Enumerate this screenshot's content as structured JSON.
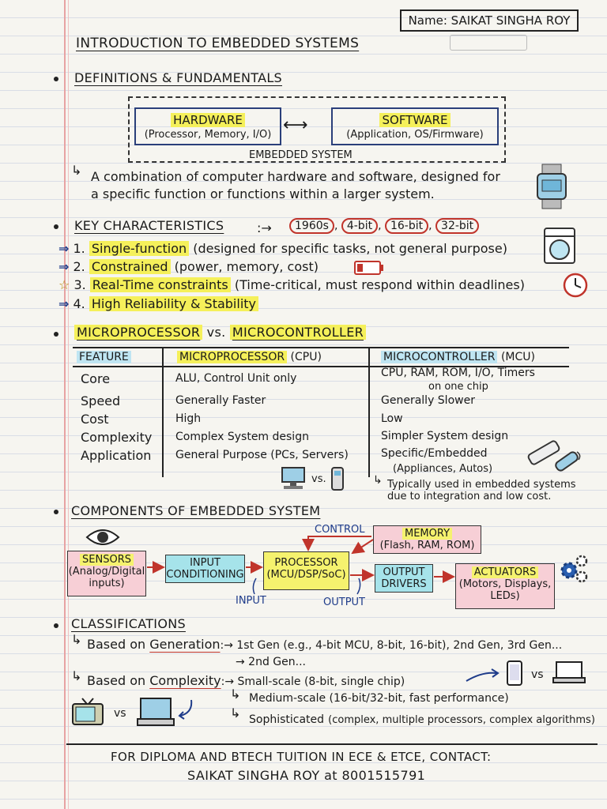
{
  "name_box": "Name: SAIKAT SINGHA ROY",
  "title": "INTRODUCTION TO EMBEDDED SYSTEMS",
  "s1": {
    "heading": "DEFINITIONS & FUNDAMENTALS",
    "hardware_title": "HARDWARE",
    "hardware_sub": "(Processor, Memory, I/O)",
    "software_title": "SOFTWARE",
    "software_sub": "(Application, OS/Firmware)",
    "embedded_label": "EMBEDDED SYSTEM",
    "def_line1": "A combination of computer hardware and software, designed for",
    "def_line2": "a specific function or functions within a larger system."
  },
  "s2": {
    "heading": "KEY CHARACTERISTICS",
    "arrow": ":→",
    "tags": [
      "1960s",
      "4-bit",
      "16-bit",
      "32-bit"
    ],
    "items": [
      {
        "num": "1.",
        "key": "Single-function",
        "rest": "(designed for specific tasks, not general purpose)"
      },
      {
        "num": "2.",
        "key": "Constrained",
        "rest": "(power, memory, cost)"
      },
      {
        "num": "3.",
        "key": "Real-Time constraints",
        "rest": "(Time-critical, must respond within deadlines)"
      },
      {
        "num": "4.",
        "key": "High Reliability & Stability",
        "rest": ""
      }
    ]
  },
  "s3": {
    "heading_a": "MICROPROCESSOR",
    "heading_vs": "vs.",
    "heading_b": "MICROCONTROLLER",
    "col_headers": [
      "FEATURE",
      "MICROPROCESSOR",
      "(CPU)",
      "MICROCONTROLLER",
      "(MCU)"
    ],
    "rows": [
      {
        "feature": "Core",
        "mp": "ALU, Control Unit only",
        "mc": "CPU, RAM, ROM, I/O, Timers",
        "mc2": "on one chip"
      },
      {
        "feature": "Speed",
        "mp": "Generally Faster",
        "mc": "Generally Slower",
        "mc2": ""
      },
      {
        "feature": "Cost",
        "mp": "High",
        "mc": "Low",
        "mc2": ""
      },
      {
        "feature": "Complexity",
        "mp": "Complex System design",
        "mc": "Simpler System design",
        "mc2": ""
      },
      {
        "feature": "Application",
        "mp": "General Purpose (PCs, Servers)",
        "mc": "Specific/Embedded",
        "mc2": "(Appliances, Autos)"
      }
    ],
    "vs_small": "vs.",
    "note1": "Typically used in embedded systems",
    "note2": "due to integration and low cost."
  },
  "s4": {
    "heading": "COMPONENTS OF EMBEDDED SYSTEM",
    "sensors": [
      "SENSORS",
      "(Analog/Digital",
      "inputs)"
    ],
    "input_cond": [
      "INPUT",
      "CONDITIONING"
    ],
    "processor": [
      "PROCESSOR",
      "(MCU/DSP/SoC)"
    ],
    "memory": [
      "MEMORY",
      "(Flash, RAM, ROM)"
    ],
    "output_drivers": [
      "OUTPUT",
      "DRIVERS"
    ],
    "actuators": [
      "ACTUATORS",
      "(Motors, Displays,",
      "LEDs)"
    ],
    "control": "CONTROL",
    "input": "INPUT",
    "output": "OUTPUT"
  },
  "s5": {
    "heading": "CLASSIFICATIONS",
    "gen_prefix": "Based on",
    "gen_word": "Generation",
    "gen_line1": ":→ 1st Gen (e.g., 4-bit MCU, 8-bit, 16-bit), 2nd Gen, 3rd Gen...",
    "gen_line2": "→ 2nd Gen...",
    "cx_prefix": "Based on",
    "cx_word": "Complexity",
    "cx_line1": ":→ Small-scale (8-bit, single chip)",
    "cx_line2": "Medium-scale (16-bit/32-bit, fast performance)",
    "cx_line3a": "Sophisticated",
    "cx_line3b": "(complex, multiple processors, complex algorithms)",
    "vs1": "vs",
    "vs2": "vs"
  },
  "footer": {
    "line1": "FOR DIPLOMA AND BTECH TUITION IN ECE & ETCE, CONTACT:",
    "line2": "SAIKAT SINGHA ROY at 8001515791"
  },
  "colors": {
    "highlight_yellow": "#f5f05a",
    "highlight_blue": "#bfe5f2",
    "accent_red": "#c0342b",
    "box_blue": "#2a3f7a",
    "block_cyan": "#a6e3ea",
    "block_pink": "#f7cfd6",
    "block_yellow": "#f5f26e"
  }
}
